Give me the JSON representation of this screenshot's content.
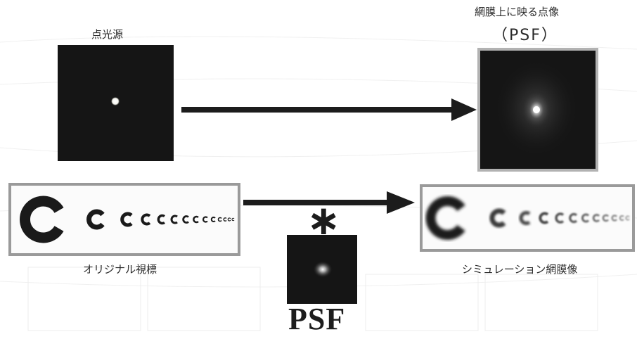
{
  "labels": {
    "point_source": "点光源",
    "retina_image_line1": "網膜上に映る点像",
    "retina_image_line2": "（PSF）",
    "original_target": "オリジナル視標",
    "simulated_retina_image": "シミュレーション網膜像",
    "psf_big": "PSF",
    "convolution_symbol": "∗"
  },
  "colors": {
    "dark_background": "#151515",
    "arrow": "#1c1c1c",
    "frame": "#9a9a9a",
    "ring_dark": "#1a1a1a"
  }
}
